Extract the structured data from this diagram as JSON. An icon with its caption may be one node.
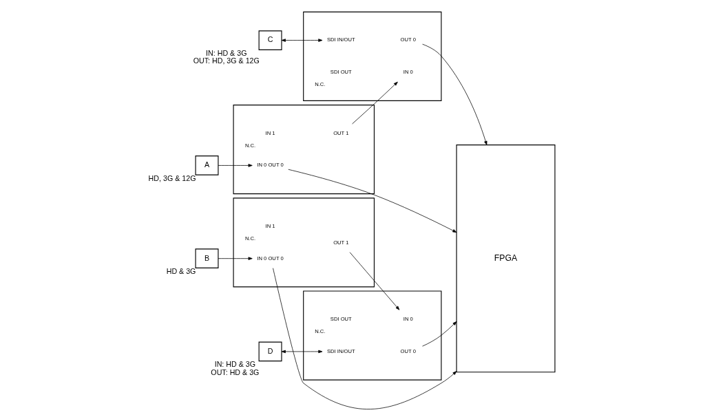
{
  "diagram": {
    "nodes": [
      {
        "text": [
          "A"
        ],
        "beside": [
          "HD, 3G & 12G"
        ]
      },
      {
        "text": [],
        "shape": "box"
      },
      {
        "text": [
          "IN 0 OUT 0"
        ],
        "in": 1
      },
      {
        "text": [
          "IN 1"
        ],
        "in": 1,
        "beside": [
          "N.C."
        ]
      },
      {
        "text": [
          "OUT 1"
        ],
        "in": 1
      },
      {
        "text": [
          "B"
        ],
        "beside": [
          "HD & 3G"
        ]
      },
      {
        "text": [],
        "shape": "box"
      },
      {
        "text": [
          "IN 0 OUT 0"
        ],
        "in": 6
      },
      {
        "text": [
          "IN 1"
        ],
        "in": 6,
        "beside": [
          "N.C."
        ]
      },
      {
        "text": [
          "OUT 1"
        ],
        "in": 6
      },
      {
        "text": [
          "C"
        ],
        "beside": [
          "IN: HD & 3G",
          "OUT: HD, 3G & 12G"
        ]
      },
      {
        "text": [],
        "shape": "box"
      },
      {
        "text": [
          "SDI IN/OUT"
        ],
        "in": 11
      },
      {
        "text": [
          "OUT 0"
        ],
        "in": 11
      },
      {
        "text": [
          "SDI OUT"
        ],
        "in": 11,
        "beside": [
          "N.C."
        ]
      },
      {
        "text": [
          "IN 0"
        ],
        "in": 11
      },
      {
        "text": [
          "D"
        ],
        "beside": [
          "IN: HD & 3G",
          "OUT: HD & 3G"
        ]
      },
      {
        "text": [],
        "shape": "box"
      },
      {
        "text": [
          "SDI IN/OUT"
        ],
        "in": 17
      },
      {
        "text": [
          "OUT 0"
        ],
        "in": 17
      },
      {
        "text": [
          "SDI OUT"
        ],
        "in": 17,
        "beside": [
          "N.C."
        ]
      },
      {
        "text": [
          "IN 0"
        ],
        "in": 17
      },
      {
        "text": [
          "FPGA"
        ]
      }
    ],
    "edges": [
      {
        "from": 0,
        "to": 2,
        "arrow": "to"
      },
      {
        "from": 2,
        "to": 22,
        "arrow": "to"
      },
      {
        "from": 4,
        "to": 15,
        "arrow": "to"
      },
      {
        "from": 5,
        "to": 7,
        "arrow": "to"
      },
      {
        "from": 7,
        "to": 22,
        "arrow": "to"
      },
      {
        "from": 9,
        "to": 21,
        "arrow": "to"
      },
      {
        "from": 10,
        "to": 12,
        "arrow": "both"
      },
      {
        "from": 13,
        "to": 22,
        "arrow": "to"
      },
      {
        "from": 16,
        "to": 18,
        "arrow": "both"
      },
      {
        "from": 19,
        "to": 22,
        "arrow": "to"
      }
    ]
  }
}
